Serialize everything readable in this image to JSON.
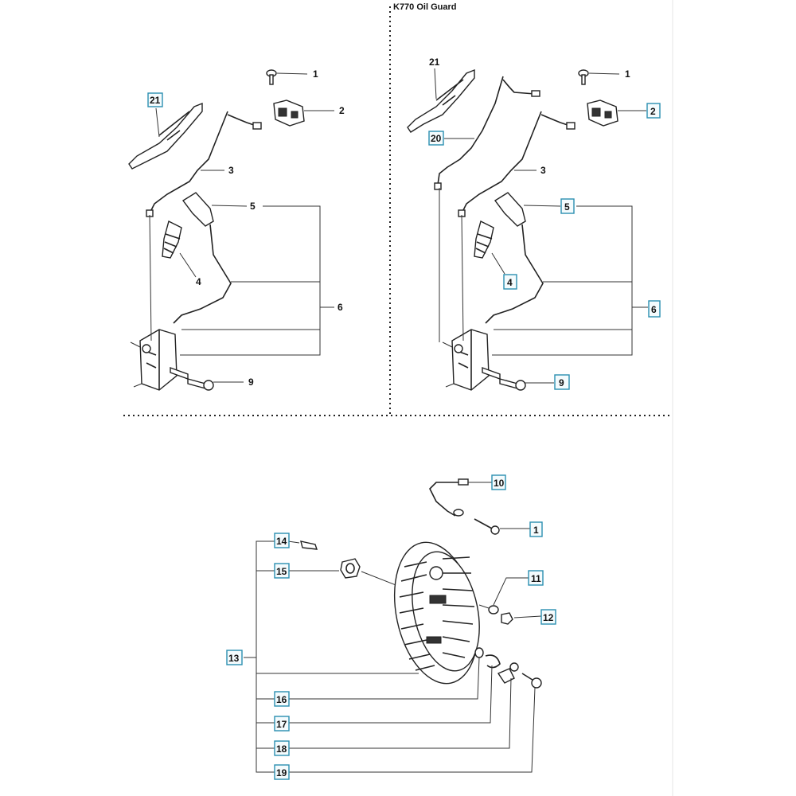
{
  "section_title": "K770 Oil Guard",
  "left_panel": {
    "labels": [
      "1",
      "2",
      "3",
      "4",
      "5",
      "6",
      "9"
    ],
    "boxed_labels": [
      "21"
    ]
  },
  "right_panel": {
    "labels": [
      "21",
      "1",
      "3"
    ],
    "boxed_labels": [
      "2",
      "20",
      "5",
      "4",
      "6",
      "9"
    ]
  },
  "bottom_panel": {
    "boxed_labels": [
      "10",
      "1",
      "14",
      "15",
      "11",
      "12",
      "13",
      "16",
      "17",
      "18",
      "19"
    ]
  }
}
